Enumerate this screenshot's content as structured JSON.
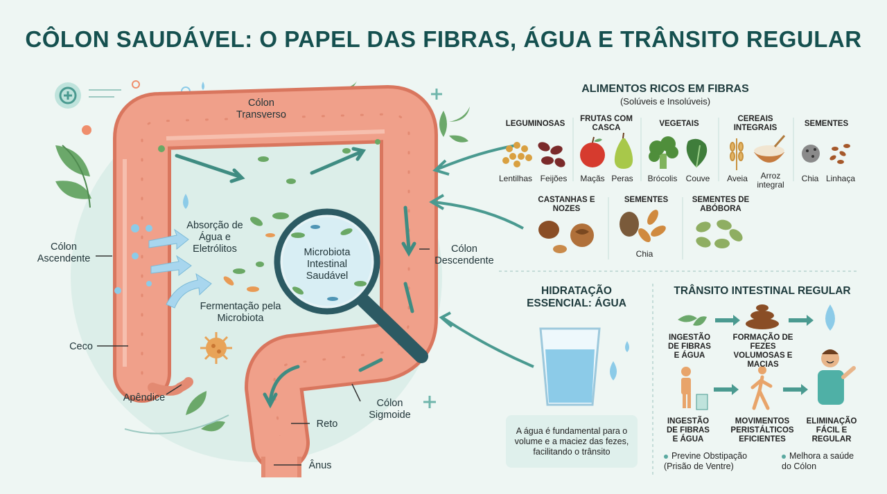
{
  "title": "CÔLON SAUDÁVEL: O PAPEL DAS FIBRAS, ÁGUA E TRÂNSITO REGULAR",
  "colon": {
    "transverso": "Cólon Transverso",
    "ascendente": "Cólon Ascendente",
    "descendente": "Cólon Descendente",
    "ceco": "Ceco",
    "apendice": "Apêndice",
    "sigmoide": "Cólon Sigmoide",
    "reto": "Reto",
    "anus": "Ânus",
    "absorcao": "Absorção de Água e Eletrólitos",
    "fermentacao": "Fermentação pela Microbiota",
    "microbiota": "Microbiota Intestinal Saudável"
  },
  "fibras": {
    "title": "ALIMENTOS RICOS EM FIBRAS",
    "subtitle": "(Solúveis e Insolúveis)",
    "categories": [
      {
        "name": "LEGUMINOSAS",
        "items": [
          "Lentilhas",
          "Feijões"
        ]
      },
      {
        "name": "FRUTAS COM CASCA",
        "items": [
          "Maçãs",
          "Peras"
        ]
      },
      {
        "name": "VEGETAIS",
        "items": [
          "Brócolis",
          "Couve"
        ]
      },
      {
        "name": "CEREAIS INTEGRAIS",
        "items": [
          "Aveia",
          "Arroz integral"
        ]
      },
      {
        "name": "SEMENTES",
        "items": [
          "Chia",
          "Linhaça"
        ]
      }
    ],
    "row2": [
      {
        "name": "CASTANHAS E NOZES"
      },
      {
        "name": "SEMENTES",
        "item": "Chia"
      },
      {
        "name": "SEMENTES DE ABÓBORA"
      }
    ]
  },
  "hidratacao": {
    "title": "HIDRATAÇÃO ESSENCIAL: ÁGUA",
    "note": "A água é fundamental para o volume e a maciez das fezes, facilitando o trânsito"
  },
  "transito": {
    "title": "TRÂNSITO INTESTINAL REGULAR",
    "top_steps": [
      "INGESTÃO DE FIBRAS E ÁGUA",
      "FORMAÇÃO DE FEZES VOLUMOSAS E MACIAS"
    ],
    "bottom_steps": [
      "INGESTÃO DE FIBRAS E ÁGUA",
      "MOVIMENTOS PERISTÁLTICOS EFICIENTES",
      "ELIMINAÇÃO FÁCIL E REGULAR"
    ],
    "bullets": [
      "Previne Obstipação (Prisão de Ventre)",
      "Melhora a saúde do Cólon"
    ]
  },
  "colors": {
    "accent": "#15504f",
    "colon": "#ef9a82",
    "arrow": "#4a9a90",
    "water": "#8ccbe8"
  }
}
